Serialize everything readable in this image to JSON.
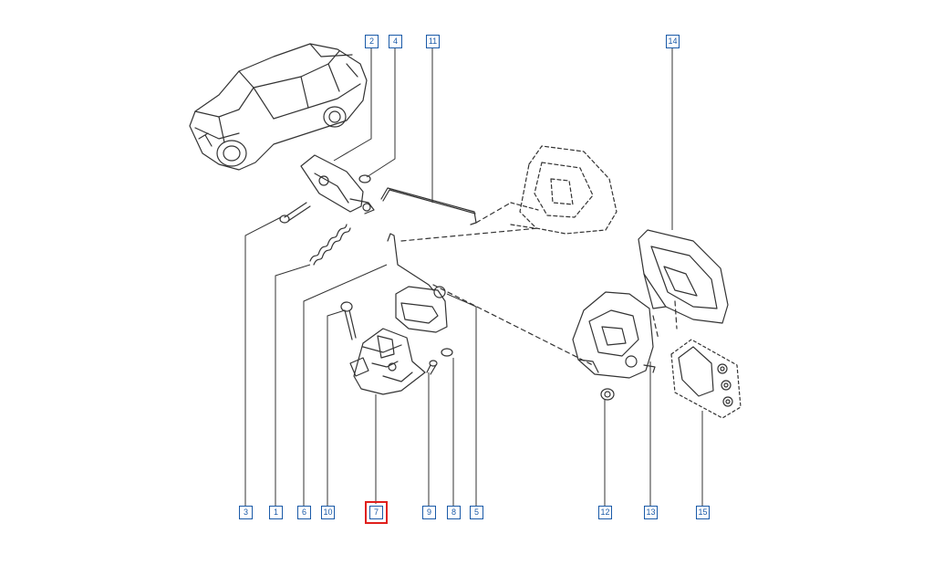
{
  "callouts": {
    "n2": "2",
    "n4": "4",
    "n11": "11",
    "n14": "14",
    "n3": "3",
    "n1": "1",
    "n6": "6",
    "n10": "10",
    "n7": "7",
    "n9": "9",
    "n8": "8",
    "n5": "5",
    "n12": "12",
    "n13": "13",
    "n15": "15"
  },
  "selected_callout": "7",
  "colors": {
    "line": "#333333",
    "callout": "#1a5aa8",
    "highlight": "#e0201c"
  }
}
